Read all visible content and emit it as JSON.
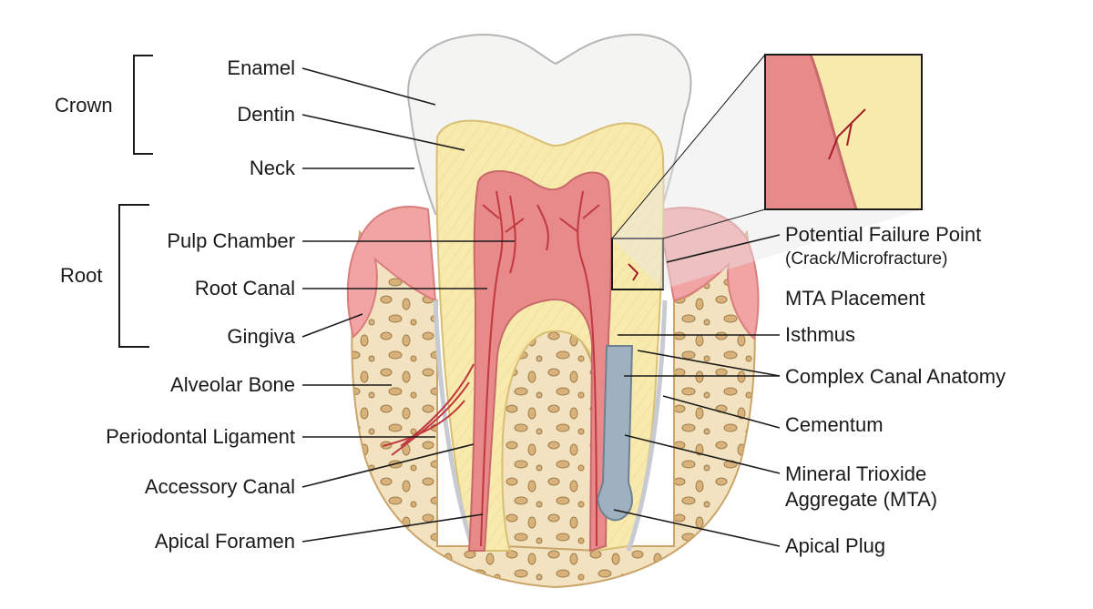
{
  "groups": {
    "crown": "Crown",
    "root": "Root"
  },
  "left_labels": {
    "enamel": "Enamel",
    "dentin": "Dentin",
    "neck": "Neck",
    "pulp_chamber": "Pulp Chamber",
    "root_canal": "Root Canal",
    "gingiva": "Gingiva",
    "alveolar_bone": "Alveolar Bone",
    "periodontal_ligament": "Periodontal Ligament",
    "accessory_canal": "Accessory Canal",
    "apical_foramen": "Apical Foramen"
  },
  "right_labels": {
    "failure_point": "Potential Failure Point",
    "failure_point_sub": "(Crack/Microfracture)",
    "mta_placement": "MTA Placement",
    "isthmus": "Isthmus",
    "complex_canal": "Complex Canal Anatomy",
    "cementum": "Cementum",
    "mta_line1": "Mineral Trioxide",
    "mta_line2": "Aggregate (MTA)",
    "apical_plug": "Apical Plug"
  },
  "colors": {
    "enamel": "#f4f4f2",
    "dentin": "#f7e7a6",
    "pulp": "#e98a8a",
    "gingiva": "#f2a3a3",
    "bone": "#f3e2bf",
    "mta": "#9fb0bf",
    "vessel": "#c0393f",
    "ink": "#1a1a1a"
  }
}
